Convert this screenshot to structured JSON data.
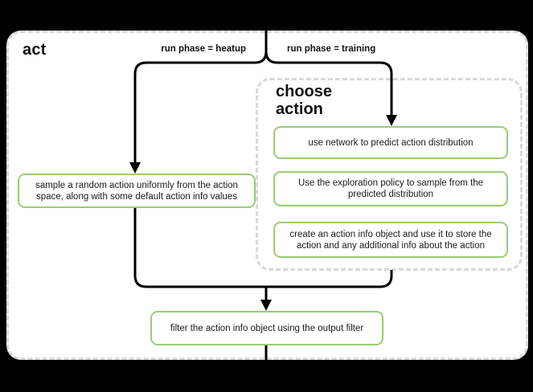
{
  "flow": {
    "title": "act",
    "branch_labels": {
      "heatup": "run phase = heatup",
      "training": "run phase = training"
    },
    "group": {
      "title": "choose action"
    },
    "nodes": {
      "sample_random": "sample a random action uniformly from the action space, along with some default action info values",
      "use_network": "use network to predict action distribution",
      "exploration_policy": "Use the exploration policy to sample from the predicted distribution",
      "create_action_info": "create an action info object and use it to store the action and any additional info about the action",
      "filter_output": "filter the action info object using the output filter"
    }
  },
  "colors": {
    "background": "#000000",
    "canvas_background": "#ffffff",
    "container_dashed_border": "#d8d8d8",
    "node_border_green": "#9bcc74",
    "edge_black": "#000000",
    "text": "#111111"
  }
}
